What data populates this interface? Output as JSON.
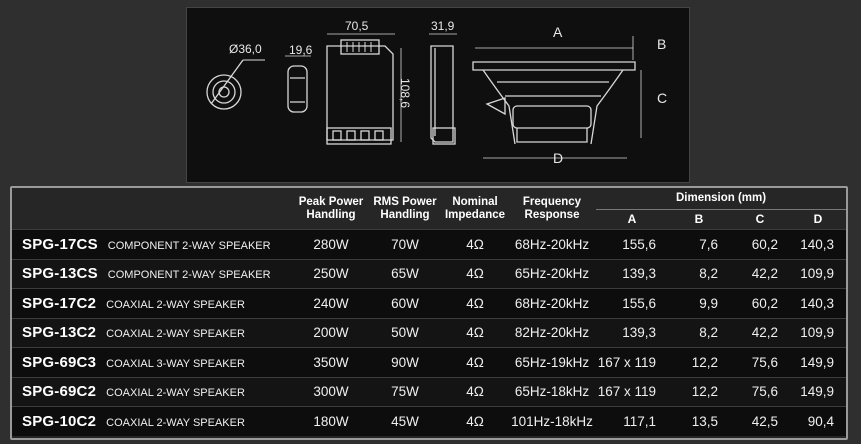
{
  "diagram": {
    "tweeter_diameter": "Ø36,0",
    "tweeter_depth": "19,6",
    "crossover_width": "70,5",
    "crossover_height": "108,6",
    "crossover_depth": "31,9",
    "dim_a": "A",
    "dim_b": "B",
    "dim_c": "C",
    "dim_d": "D"
  },
  "table": {
    "headers": {
      "peak_power": "Peak Power Handling",
      "rms_power": "RMS Power Handling",
      "impedance": "Nominal Impedance",
      "frequency": "Frequency Response",
      "dimension": "Dimension (mm)",
      "dim_a": "A",
      "dim_b": "B",
      "dim_c": "C",
      "dim_d": "D"
    },
    "rows": [
      {
        "model": "SPG-17CS",
        "desc": "COMPONENT 2-WAY SPEAKER",
        "peak": "280W",
        "rms": "70W",
        "impedance": "4Ω",
        "freq": "68Hz-20kHz",
        "a": "155,6",
        "b": "7,6",
        "c": "60,2",
        "d": "140,3"
      },
      {
        "model": "SPG-13CS",
        "desc": "COMPONENT 2-WAY SPEAKER",
        "peak": "250W",
        "rms": "65W",
        "impedance": "4Ω",
        "freq": "65Hz-20kHz",
        "a": "139,3",
        "b": "8,2",
        "c": "42,2",
        "d": "109,9"
      },
      {
        "model": "SPG-17C2",
        "desc": "COAXIAL 2-WAY SPEAKER",
        "peak": "240W",
        "rms": "60W",
        "impedance": "4Ω",
        "freq": "68Hz-20kHz",
        "a": "155,6",
        "b": "9,9",
        "c": "60,2",
        "d": "140,3"
      },
      {
        "model": "SPG-13C2",
        "desc": "COAXIAL 2-WAY SPEAKER",
        "peak": "200W",
        "rms": "50W",
        "impedance": "4Ω",
        "freq": "82Hz-20kHz",
        "a": "139,3",
        "b": "8,2",
        "c": "42,2",
        "d": "109,9"
      },
      {
        "model": "SPG-69C3",
        "desc": "COAXIAL 3-WAY SPEAKER",
        "peak": "350W",
        "rms": "90W",
        "impedance": "4Ω",
        "freq": "65Hz-19kHz",
        "a": "167 x 119",
        "b": "12,2",
        "c": "75,6",
        "d": "149,9"
      },
      {
        "model": "SPG-69C2",
        "desc": "COAXIAL 2-WAY SPEAKER",
        "peak": "300W",
        "rms": "75W",
        "impedance": "4Ω",
        "freq": "65Hz-18kHz",
        "a": "167 x 119",
        "b": "12,2",
        "c": "75,6",
        "d": "149,9"
      },
      {
        "model": "SPG-10C2",
        "desc": "COAXIAL 2-WAY SPEAKER",
        "peak": "180W",
        "rms": "45W",
        "impedance": "4Ω",
        "freq": "101Hz-18kHz",
        "a": "117,1",
        "b": "13,5",
        "c": "42,5",
        "d": "90,4"
      }
    ]
  }
}
